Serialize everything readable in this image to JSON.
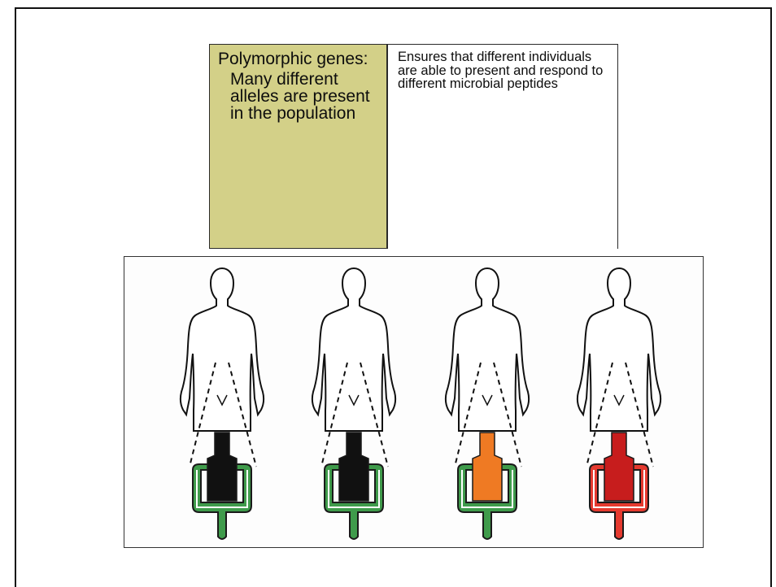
{
  "table": {
    "term_title": "Polymorphic genes:",
    "term_definition": "Many different alleles are present in the population",
    "significance": "Ensures that different individuals are able to present and respond to different microbial peptides",
    "term_cell_color": "#d3d088"
  },
  "figure": {
    "individuals": [
      {
        "mhc_color": "#3f9b4b",
        "peptide_color": "#111111"
      },
      {
        "mhc_color": "#3f9b4b",
        "peptide_color": "#111111"
      },
      {
        "mhc_color": "#3f9b4b",
        "peptide_color": "#ef7a23"
      },
      {
        "mhc_color": "#e53a2f",
        "peptide_color": "#c71d1d"
      }
    ]
  }
}
